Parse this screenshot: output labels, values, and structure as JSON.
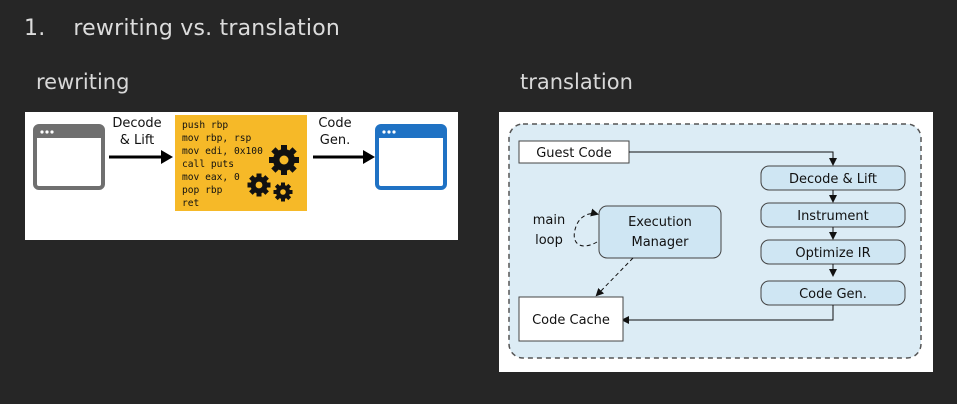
{
  "heading": {
    "number": "1.",
    "text": "rewriting vs. translation"
  },
  "rewriting": {
    "title": "rewriting",
    "step1": [
      "Decode",
      "& Lift"
    ],
    "step2": [
      "Code",
      "Gen."
    ],
    "code": [
      "push rbp",
      "mov rbp, rsp",
      "mov edi, 0x100",
      "call puts",
      "mov eax, 0",
      "pop rbp",
      "ret"
    ],
    "colors": {
      "input_window": "#6f6f6f",
      "output_window": "#1f72c4",
      "code_bg": "#f6b928"
    }
  },
  "translation": {
    "title": "translation",
    "boxes": {
      "guest_code": "Guest Code",
      "decode_lift": "Decode & Lift",
      "instrument": "Instrument",
      "optimize_ir": "Optimize IR",
      "code_gen": "Code Gen.",
      "execution_manager": [
        "Execution",
        "Manager"
      ],
      "code_cache": "Code Cache"
    },
    "loop_label": [
      "main",
      "loop"
    ],
    "colors": {
      "container_bg": "#dcecf5",
      "box_fill": "#cfe6f3"
    }
  }
}
